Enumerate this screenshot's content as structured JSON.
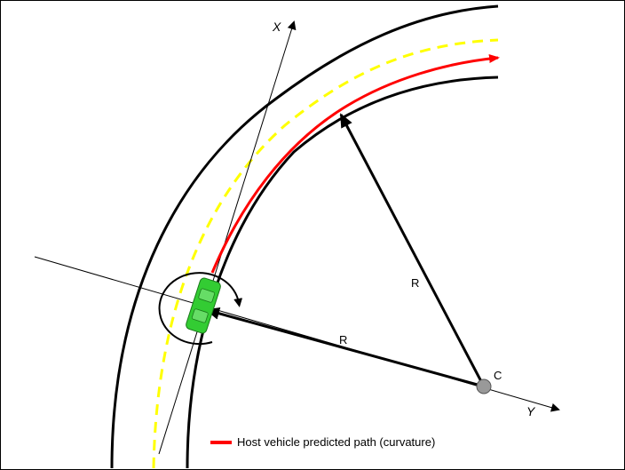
{
  "diagram": {
    "axis_x_label": "X",
    "axis_y_label": "Y",
    "radius_label_1": "R",
    "radius_label_2": "R",
    "center_label": "C",
    "legend": {
      "text": "Host vehicle predicted path (curvature)",
      "color": "#ff0000"
    },
    "colors": {
      "road_edge": "#000000",
      "lane_marking": "#ffff00",
      "predicted_path": "#ff0000",
      "vehicle": "#33cc33",
      "center_point": "#999999"
    }
  }
}
